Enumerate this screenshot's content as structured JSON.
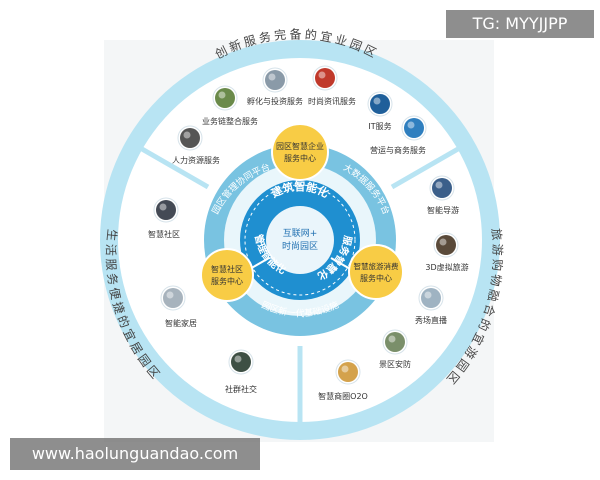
{
  "outer_ring": {
    "top": "创新服务完备的宜业园区",
    "right": "旅游购物融合的宜游园区",
    "left": "生活服务便捷的宜居园区"
  },
  "center": {
    "line1": "互联网+",
    "line2": "时尚园区"
  },
  "core_ring": {
    "top": "建筑智能化",
    "right": "服务智慧化",
    "left": "管理智能化"
  },
  "platform_ring": {
    "top_left": "园区管理协同平台",
    "top_right": "大数据服务平台",
    "bottom": "园区新一代基础设施"
  },
  "hubs": {
    "top": [
      "园区智慧企业",
      "服务中心"
    ],
    "left": [
      "智慧社区",
      "服务中心"
    ],
    "right": [
      "智慧旅游消费",
      "服务中心"
    ]
  },
  "services": [
    {
      "label": "孵化与投资服务",
      "icon": "incubation-icon",
      "color": "#8a9aa8"
    },
    {
      "label": "时尚资讯服务",
      "icon": "fashion-icon",
      "color": "#c0392b"
    },
    {
      "label": "业务链整合服务",
      "icon": "business-chain-icon",
      "color": "#6a8a4a"
    },
    {
      "label": "IT服务",
      "icon": "it-service-icon",
      "color": "#1f5f9a"
    },
    {
      "label": "营运与商务服务",
      "icon": "operations-icon",
      "color": "#2f7fbf"
    },
    {
      "label": "人力资源服务",
      "icon": "hr-icon",
      "color": "#555555"
    },
    {
      "label": "智能导游",
      "icon": "smart-guide-icon",
      "color": "#3b5f8a"
    },
    {
      "label": "3D虚拟旅游",
      "icon": "virtual-tour-icon",
      "color": "#5a4a3a"
    },
    {
      "label": "秀场直播",
      "icon": "live-show-icon",
      "color": "#9fb3c2"
    },
    {
      "label": "景区安防",
      "icon": "security-icon",
      "color": "#7a8f6a"
    },
    {
      "label": "智慧商圈O2O",
      "icon": "o2o-icon",
      "color": "#d4a24c"
    },
    {
      "label": "智慧社区",
      "icon": "community-icon",
      "color": "#444a55"
    },
    {
      "label": "智能家居",
      "icon": "smart-home-icon",
      "color": "#a7b3bd"
    },
    {
      "label": "社群社交",
      "icon": "social-icon",
      "color": "#3d4f44"
    }
  ],
  "watermarks": {
    "tag": "TG: MYYJJPP",
    "site": "www.haolunguandao.com"
  },
  "colors": {
    "outer_ring": "#b8e4f3",
    "inner_ring": "#79c3e1",
    "core": "#1f8fd0",
    "hub": "#f8cc45",
    "text": "#333333"
  }
}
